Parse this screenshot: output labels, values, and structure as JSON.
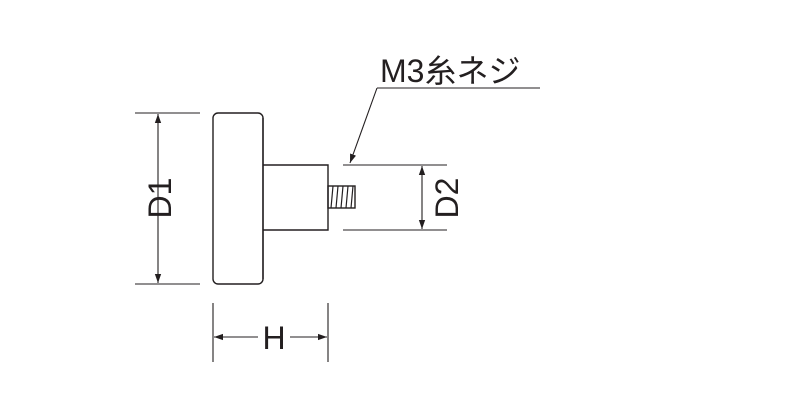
{
  "labels": {
    "thread_note": "M3糸ネジ",
    "knob_diameter": "D1",
    "shaft_diameter": "D2",
    "overall_height": "H"
  },
  "colors": {
    "line": "#231f20",
    "background": "#ffffff"
  }
}
